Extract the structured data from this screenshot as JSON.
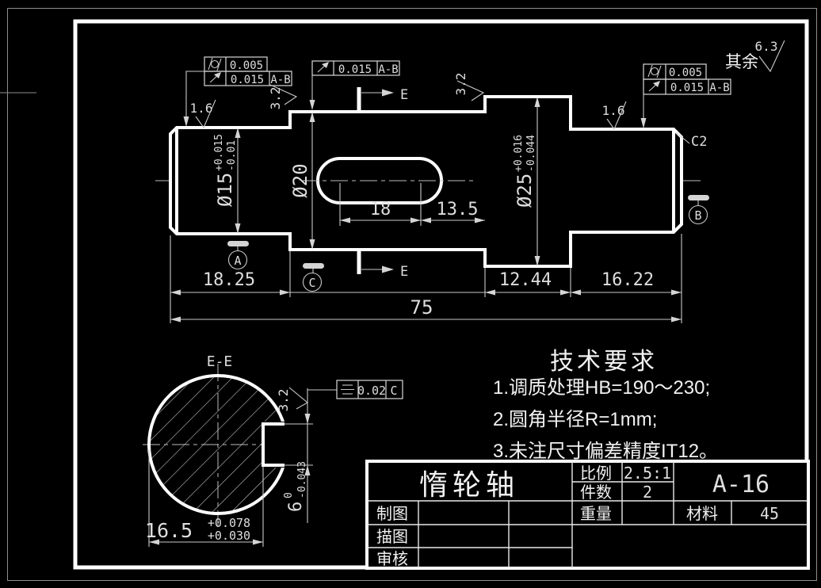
{
  "drawing": {
    "general_roughness": {
      "label": "其余",
      "value": "6.3"
    },
    "roughness": {
      "r16_left": "1.6",
      "r32_left": "3.2",
      "r16_mid": "1.6",
      "r32_mid": "3.2",
      "r32_section": "3.2"
    },
    "fcf_top_left": {
      "cylindricity": "0.005",
      "runout": "0.015",
      "runout_datum": "A-B"
    },
    "fcf_top_mid": {
      "runout": "0.015",
      "runout_datum": "A-B"
    },
    "fcf_top_right": {
      "cylindricity": "0.005",
      "runout": "0.015",
      "runout_datum": "A-B"
    },
    "fcf_section": {
      "symmetry": "0.02",
      "datum": "C"
    },
    "datum_a": "A",
    "datum_b": "B",
    "datum_c": "C",
    "cut_label_top": "E",
    "cut_label_bottom": "E",
    "section_title": "E-E",
    "chamfer": "C2",
    "dim_d15": {
      "v": "Ø15",
      "up": "+0.015",
      "lo": "-0.01"
    },
    "dim_d20": "Ø20",
    "dim_d25": {
      "v": "Ø25",
      "up": "+0.016",
      "lo": "-0.044"
    },
    "dim_18": "18",
    "dim_13_5": "13.5",
    "dim_18_25": "18.25",
    "dim_12_44": "12.44",
    "dim_16_22": "16.22",
    "dim_75": "75",
    "dim_16_5": {
      "v": "16.5",
      "up": "+0.078",
      "lo": "+0.030"
    },
    "dim_6": {
      "v": "6",
      "up": "0",
      "lo": "-0.043"
    }
  },
  "tech_requirements": {
    "title": "技术要求",
    "items": [
      "1.调质处理HB=190～230;",
      "2.圆角半径R=1mm;",
      "3.未注尺寸偏差精度IT12。"
    ]
  },
  "title_block": {
    "part_name": "惰轮轴",
    "scale_label": "比例",
    "scale_value": "2.5:1",
    "qty_label": "件数",
    "qty_value": "2",
    "drawing_no": "A-16",
    "weight_label": "重量",
    "weight_value": "",
    "material_label": "材料",
    "material_value": "45",
    "drawn_label": "制图",
    "traced_label": "描图",
    "checked_label": "审核"
  }
}
